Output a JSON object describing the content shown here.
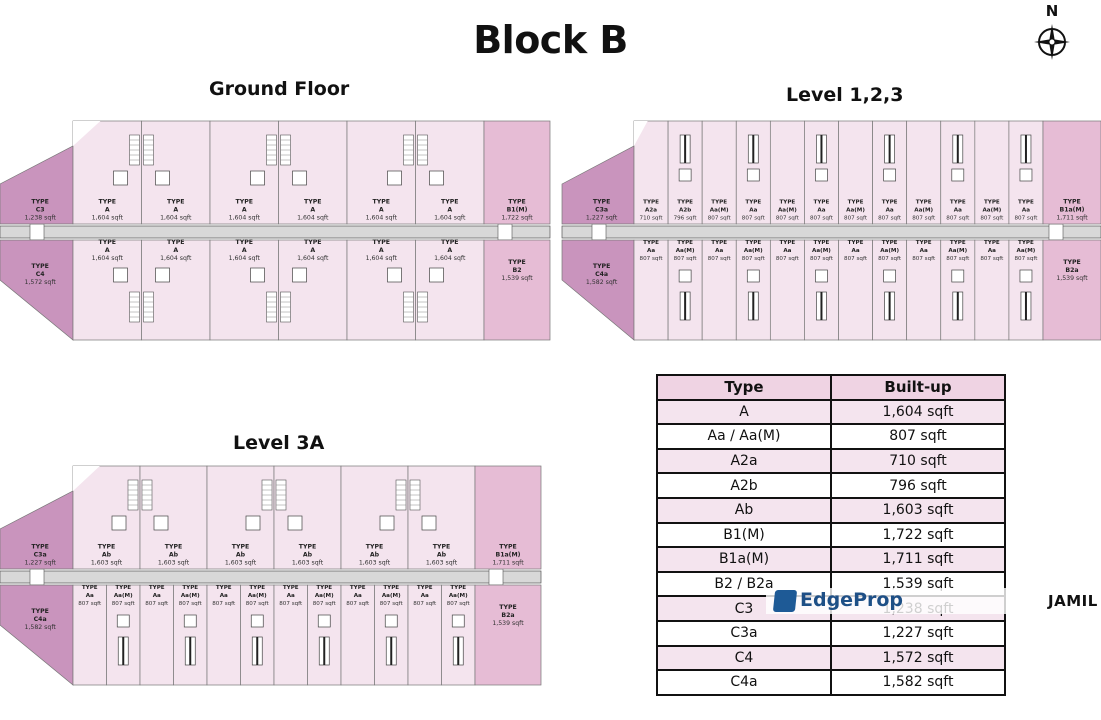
{
  "title": "Block B",
  "compass": {
    "label": "N",
    "icon": "compass-icon"
  },
  "colors": {
    "light_unit": "#f4e4ee",
    "mid_unit": "#e6bcd5",
    "dark_unit": "#c994bd",
    "corridor": "#d8d8d8",
    "header_row": "#efd3e3"
  },
  "plans": [
    {
      "key": "ground",
      "title": "Ground Floor",
      "top": [
        {
          "type": "TYPE",
          "code": "C3",
          "size": "1,238 sqft"
        },
        {
          "type": "TYPE",
          "code": "A",
          "size": "1,604 sqft"
        },
        {
          "type": "TYPE",
          "code": "A",
          "size": "1,604 sqft"
        },
        {
          "type": "TYPE",
          "code": "A",
          "size": "1,604 sqft"
        },
        {
          "type": "TYPE",
          "code": "A",
          "size": "1,604 sqft"
        },
        {
          "type": "TYPE",
          "code": "A",
          "size": "1,604 sqft"
        },
        {
          "type": "TYPE",
          "code": "A",
          "size": "1,604 sqft"
        },
        {
          "type": "TYPE",
          "code": "B1(M)",
          "size": "1,722 sqft"
        }
      ],
      "bottom": [
        {
          "type": "TYPE",
          "code": "C4",
          "size": "1,572 sqft"
        },
        {
          "type": "TYPE",
          "code": "A",
          "size": "1,604 sqft"
        },
        {
          "type": "TYPE",
          "code": "A",
          "size": "1,604 sqft"
        },
        {
          "type": "TYPE",
          "code": "A",
          "size": "1,604 sqft"
        },
        {
          "type": "TYPE",
          "code": "A",
          "size": "1,604 sqft"
        },
        {
          "type": "TYPE",
          "code": "A",
          "size": "1,604 sqft"
        },
        {
          "type": "TYPE",
          "code": "A",
          "size": "1,604 sqft"
        },
        {
          "type": "TYPE",
          "code": "B2",
          "size": "1,539 sqft"
        }
      ]
    },
    {
      "key": "level123",
      "title": "Level 1,2,3",
      "top": [
        {
          "type": "TYPE",
          "code": "C3a",
          "size": "1,227 sqft"
        },
        {
          "type": "TYPE",
          "code": "A2a",
          "size": "710 sqft"
        },
        {
          "type": "TYPE",
          "code": "A2b",
          "size": "796 sqft"
        },
        {
          "type": "TYPE",
          "code": "Aa(M)",
          "size": "807 sqft"
        },
        {
          "type": "TYPE",
          "code": "Aa",
          "size": "807 sqft"
        },
        {
          "type": "TYPE",
          "code": "Aa(M)",
          "size": "807 sqft"
        },
        {
          "type": "TYPE",
          "code": "Aa",
          "size": "807 sqft"
        },
        {
          "type": "TYPE",
          "code": "Aa(M)",
          "size": "807 sqft"
        },
        {
          "type": "TYPE",
          "code": "Aa",
          "size": "807 sqft"
        },
        {
          "type": "TYPE",
          "code": "Aa(M)",
          "size": "807 sqft"
        },
        {
          "type": "TYPE",
          "code": "Aa",
          "size": "807 sqft"
        },
        {
          "type": "TYPE",
          "code": "Aa(M)",
          "size": "807 sqft"
        },
        {
          "type": "TYPE",
          "code": "Aa",
          "size": "807 sqft"
        },
        {
          "type": "TYPE",
          "code": "B1a(M)",
          "size": "1,711 sqft"
        }
      ],
      "bottom": [
        {
          "type": "TYPE",
          "code": "C4a",
          "size": "1,582 sqft"
        },
        {
          "type": "TYPE",
          "code": "Aa",
          "size": "807 sqft"
        },
        {
          "type": "TYPE",
          "code": "Aa(M)",
          "size": "807 sqft"
        },
        {
          "type": "TYPE",
          "code": "Aa",
          "size": "807 sqft"
        },
        {
          "type": "TYPE",
          "code": "Aa(M)",
          "size": "807 sqft"
        },
        {
          "type": "TYPE",
          "code": "Aa",
          "size": "807 sqft"
        },
        {
          "type": "TYPE",
          "code": "Aa(M)",
          "size": "807 sqft"
        },
        {
          "type": "TYPE",
          "code": "Aa",
          "size": "807 sqft"
        },
        {
          "type": "TYPE",
          "code": "Aa(M)",
          "size": "807 sqft"
        },
        {
          "type": "TYPE",
          "code": "Aa",
          "size": "807 sqft"
        },
        {
          "type": "TYPE",
          "code": "Aa(M)",
          "size": "807 sqft"
        },
        {
          "type": "TYPE",
          "code": "Aa",
          "size": "807 sqft"
        },
        {
          "type": "TYPE",
          "code": "Aa(M)",
          "size": "807 sqft"
        },
        {
          "type": "TYPE",
          "code": "B2a",
          "size": "1,539 sqft"
        }
      ]
    },
    {
      "key": "level3a",
      "title": "Level 3A",
      "top": [
        {
          "type": "TYPE",
          "code": "C3a",
          "size": "1,227 sqft"
        },
        {
          "type": "TYPE",
          "code": "Ab",
          "size": "1,603 sqft"
        },
        {
          "type": "TYPE",
          "code": "Ab",
          "size": "1,603 sqft"
        },
        {
          "type": "TYPE",
          "code": "Ab",
          "size": "1,603 sqft"
        },
        {
          "type": "TYPE",
          "code": "Ab",
          "size": "1,603 sqft"
        },
        {
          "type": "TYPE",
          "code": "Ab",
          "size": "1,603 sqft"
        },
        {
          "type": "TYPE",
          "code": "Ab",
          "size": "1,603 sqft"
        },
        {
          "type": "TYPE",
          "code": "B1a(M)",
          "size": "1,711 sqft"
        }
      ],
      "bottom": [
        {
          "type": "TYPE",
          "code": "C4a",
          "size": "1,582 sqft"
        },
        {
          "type": "TYPE",
          "code": "Aa",
          "size": "807 sqft"
        },
        {
          "type": "TYPE",
          "code": "Aa(M)",
          "size": "807 sqft"
        },
        {
          "type": "TYPE",
          "code": "Aa",
          "size": "807 sqft"
        },
        {
          "type": "TYPE",
          "code": "Aa(M)",
          "size": "807 sqft"
        },
        {
          "type": "TYPE",
          "code": "Aa",
          "size": "807 sqft"
        },
        {
          "type": "TYPE",
          "code": "Aa(M)",
          "size": "807 sqft"
        },
        {
          "type": "TYPE",
          "code": "Aa",
          "size": "807 sqft"
        },
        {
          "type": "TYPE",
          "code": "Aa(M)",
          "size": "807 sqft"
        },
        {
          "type": "TYPE",
          "code": "Aa",
          "size": "807 sqft"
        },
        {
          "type": "TYPE",
          "code": "Aa(M)",
          "size": "807 sqft"
        },
        {
          "type": "TYPE",
          "code": "Aa",
          "size": "807 sqft"
        },
        {
          "type": "TYPE",
          "code": "Aa(M)",
          "size": "807 sqft"
        },
        {
          "type": "TYPE",
          "code": "B2a",
          "size": "1,539 sqft"
        }
      ]
    }
  ],
  "table": {
    "headers": [
      "Type",
      "Built-up"
    ],
    "rows": [
      [
        "A",
        "1,604 sqft"
      ],
      [
        "Aa / Aa(M)",
        "807 sqft"
      ],
      [
        "A2a",
        "710 sqft"
      ],
      [
        "A2b",
        "796 sqft"
      ],
      [
        "Ab",
        "1,603 sqft"
      ],
      [
        "B1(M)",
        "1,722 sqft"
      ],
      [
        "B1a(M)",
        "1,711 sqft"
      ],
      [
        "B2 / B2a",
        "1,539 sqft"
      ],
      [
        "C3",
        "1,238 sqft"
      ],
      [
        "C3a",
        "1,227 sqft"
      ],
      [
        "C4",
        "1,572 sqft"
      ],
      [
        "C4a",
        "1,582 sqft"
      ]
    ]
  },
  "watermark": {
    "brand": "EdgeProp"
  },
  "side_label": "JAMIL"
}
